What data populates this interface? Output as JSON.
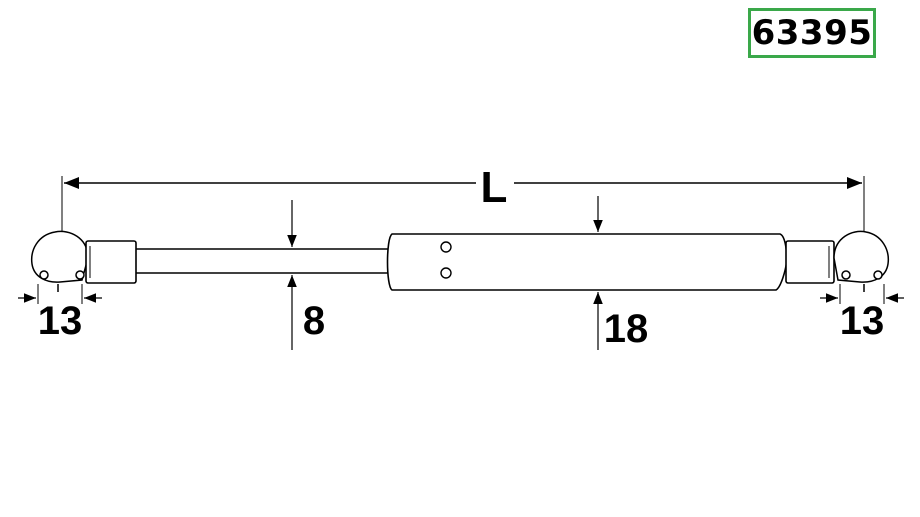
{
  "part_number": "63395",
  "dimensions": {
    "overall_length": "L",
    "left_end_fitting": "13",
    "rod_diameter": "8",
    "cylinder_diameter": "18",
    "right_end_fitting": "13"
  },
  "colors": {
    "badge_border": "#3aa84a",
    "line": "#000000"
  }
}
